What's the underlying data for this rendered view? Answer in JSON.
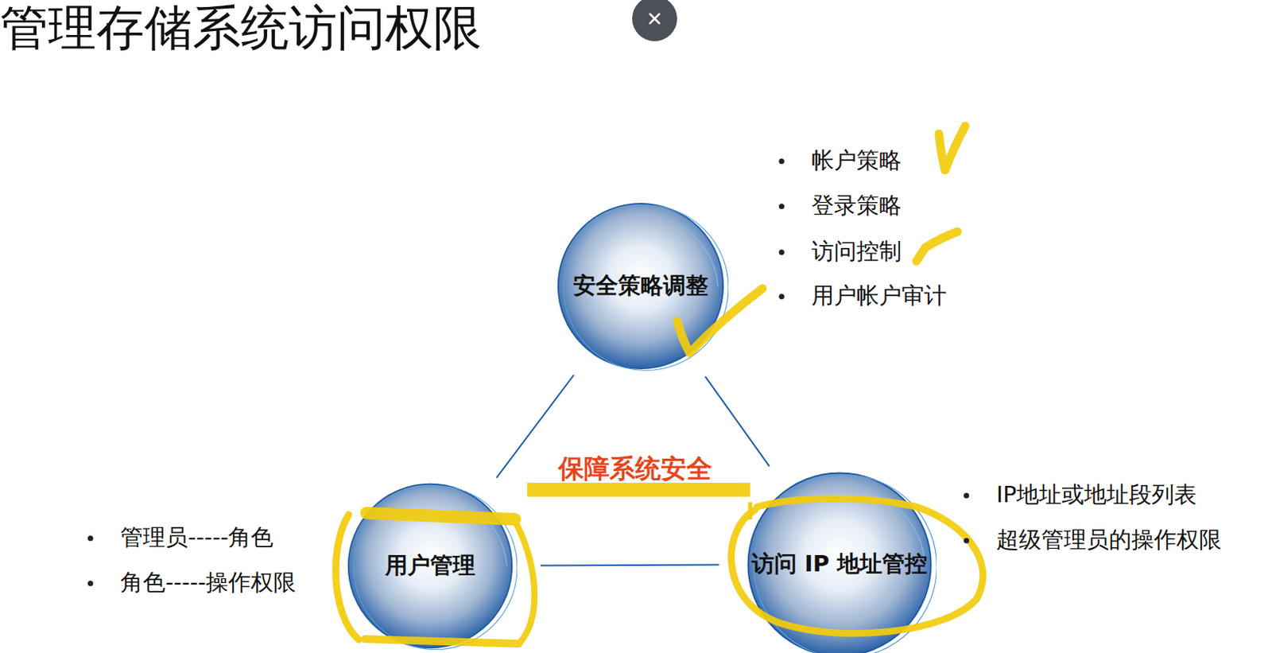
{
  "diagram": {
    "title": "管理存储系统访问权限",
    "nodes": [
      {
        "text": [
          "安全策略调整"
        ]
      },
      {
        "text": [
          "用户管理"
        ]
      },
      {
        "text": [
          "访问 IP 地址管控"
        ]
      }
    ],
    "edges": [
      {
        "from": 0,
        "to": 1,
        "arrow": "none"
      },
      {
        "from": 0,
        "to": 2,
        "arrow": "none"
      },
      {
        "from": 1,
        "to": 2,
        "arrow": "none"
      }
    ],
    "labels": [
      "帐户策略",
      "登录策略",
      "访问控制",
      "用户帐户审计",
      "保障系统安全",
      "管理员-----角色",
      "角色-----操作权限",
      "IP地址或地址段列表",
      "超级管理员的操作权限"
    ]
  }
}
